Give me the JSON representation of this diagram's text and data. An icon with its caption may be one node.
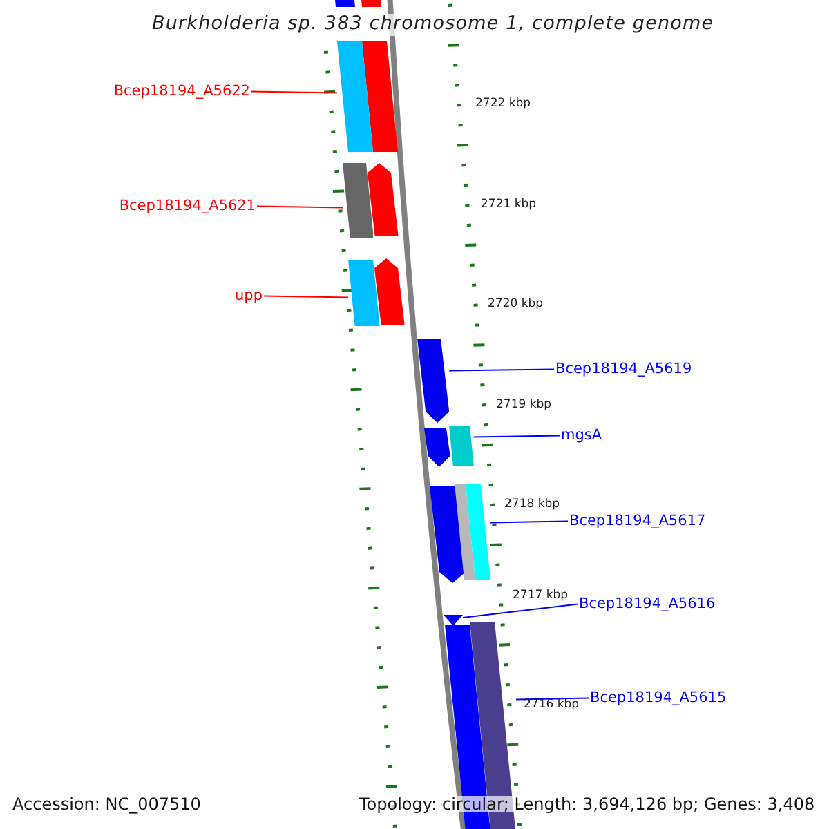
{
  "diagram": {
    "title": "Burkholderia sp. 383 chromosome 1, complete genome",
    "nodes": [
      {
        "text": [
          "Bcep18194_A5622"
        ]
      },
      {
        "text": [],
        "shape": "bar"
      },
      {
        "text": [
          "Bcep18194_A5621"
        ]
      },
      {
        "text": [],
        "shape": "bar"
      },
      {
        "text": [
          "upp"
        ]
      },
      {
        "text": [],
        "shape": "bar"
      },
      {
        "text": [
          "Bcep18194_A5619"
        ]
      },
      {
        "text": [],
        "shape": "bar"
      },
      {
        "text": [
          "mgsA"
        ]
      },
      {
        "text": [],
        "shape": "bar"
      },
      {
        "text": [
          "Bcep18194_A5617"
        ]
      },
      {
        "text": [],
        "shape": "bar"
      },
      {
        "text": [
          "Bcep18194_A5616"
        ]
      },
      {
        "text": [],
        "shape": "bar"
      },
      {
        "text": [
          "Bcep18194_A5615"
        ]
      },
      {
        "text": [],
        "shape": "bar"
      }
    ],
    "edges": [
      {
        "from": 0,
        "to": 1,
        "arrow": "none",
        "color": "#ff0000"
      },
      {
        "from": 2,
        "to": 3,
        "arrow": "none",
        "color": "#ff0000"
      },
      {
        "from": 4,
        "to": 5,
        "arrow": "none",
        "color": "#ff0000"
      },
      {
        "from": 6,
        "to": 7,
        "arrow": "none"
      },
      {
        "from": 8,
        "to": 9,
        "arrow": "none"
      },
      {
        "from": 10,
        "to": 11,
        "arrow": "none"
      },
      {
        "from": 12,
        "to": 13,
        "arrow": "none"
      },
      {
        "from": 14,
        "to": 15,
        "arrow": "none"
      }
    ],
    "labels": [
      "2722 kbp",
      "2721 kbp",
      "2720 kbp",
      "2719 kbp",
      "2718 kbp",
      "2717 kbp",
      "2716 kbp",
      "Accession: NC_007510",
      "Topology: circular; Length: 3,694,126 bp; Genes: 3,408"
    ]
  }
}
